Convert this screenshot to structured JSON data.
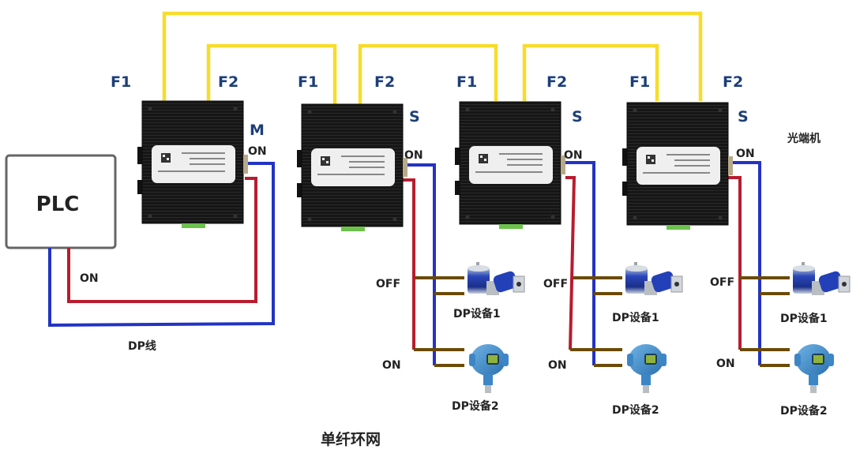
{
  "title": "单纤环网",
  "plc": {
    "label": "PLC"
  },
  "dp_cable_label": "DP线",
  "plc_link_state": "ON",
  "device_type_label": "光端机",
  "colors": {
    "fiber": "#f7dc2a",
    "dp_a": "#2233c4",
    "dp_b": "#b81c2e",
    "stub": "#6b4a06",
    "device_body": "#141414",
    "port_label": "#1c3f7a",
    "text": "#222222"
  },
  "transceivers": [
    {
      "role": "M",
      "port_f1": "F1",
      "port_f2": "F2",
      "termination": "ON"
    },
    {
      "role": "S",
      "port_f1": "F1",
      "port_f2": "F2",
      "termination": "ON"
    },
    {
      "role": "S",
      "port_f1": "F1",
      "port_f2": "F2",
      "termination": "ON"
    },
    {
      "role": "S",
      "port_f1": "F1",
      "port_f2": "F2",
      "termination": "ON"
    }
  ],
  "dp_branches": [
    {
      "device1": {
        "label": "DP设备1",
        "icon": "encoder-icon",
        "termination": "OFF"
      },
      "device2": {
        "label": "DP设备2",
        "icon": "pressure-transmitter-icon",
        "termination": "ON"
      }
    },
    {
      "device1": {
        "label": "DP设备1",
        "icon": "encoder-icon",
        "termination": "OFF"
      },
      "device2": {
        "label": "DP设备2",
        "icon": "pressure-transmitter-icon",
        "termination": "ON"
      }
    },
    {
      "device1": {
        "label": "DP设备1",
        "icon": "encoder-icon",
        "termination": "OFF"
      },
      "device2": {
        "label": "DP设备2",
        "icon": "pressure-transmitter-icon",
        "termination": "ON"
      }
    }
  ]
}
